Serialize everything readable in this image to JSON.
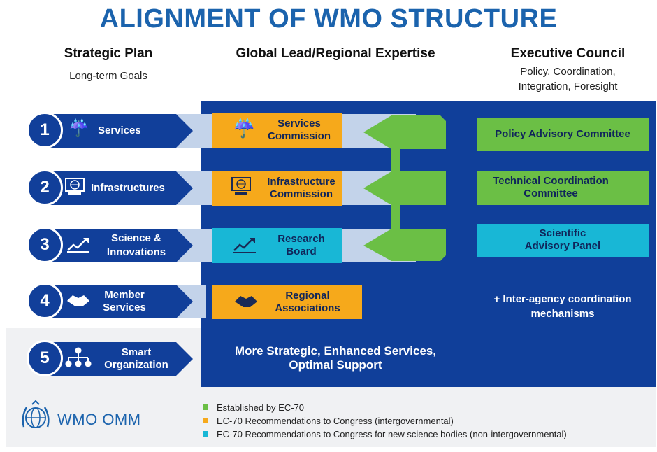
{
  "title": "ALIGNMENT OF WMO STRUCTURE",
  "columns": {
    "strategic_plan": {
      "heading": "Strategic Plan",
      "sub": "Long-term Goals"
    },
    "global_lead": {
      "heading": "Global Lead/Regional Expertise"
    },
    "executive_council": {
      "heading": "Executive Council",
      "sub_line1": "Policy, Coordination,",
      "sub_line2": "Integration, Foresight"
    }
  },
  "goals": [
    {
      "number": "1",
      "label": "Services",
      "icon": "cloud-weather-icon"
    },
    {
      "number": "2",
      "label": "Infrastructures",
      "icon": "computer-globe-icon"
    },
    {
      "number": "3",
      "label_line1": "Science &",
      "label_line2": "Innovations",
      "icon": "trend-chart-icon"
    },
    {
      "number": "4",
      "label_line1": "Member",
      "label_line2": "Services",
      "icon": "handshake-icon"
    },
    {
      "number": "5",
      "label_line1": "Smart",
      "label_line2": "Organization",
      "icon": "org-chart-icon"
    }
  ],
  "bodies": [
    {
      "line1": "Services",
      "line2": "Commission",
      "color": "#f6a91b"
    },
    {
      "line1": "Infrastructure",
      "line2": "Commission",
      "color": "#f6a91b"
    },
    {
      "line1": "Research",
      "line2": "Board",
      "color": "#18b7d6"
    },
    {
      "line1": "Regional",
      "line2": "Associations",
      "color": "#f6a91b"
    }
  ],
  "council_bodies": [
    {
      "line1": "Policy Advisory Committee",
      "color": "#6bbf45"
    },
    {
      "line1": "Technical Coordination",
      "line2": "Committee",
      "color": "#6bbf45"
    },
    {
      "line1": "Scientific",
      "line2": "Advisory Panel",
      "color": "#18b7d6"
    }
  ],
  "inter_agency": {
    "line1": "+ Inter-agency coordination",
    "line2": "mechanisms"
  },
  "bottom_statement": {
    "line1": "More Strategic, Enhanced Services,",
    "line2": "Optimal Support"
  },
  "logo": {
    "text": "WMO OMM"
  },
  "legend": [
    {
      "label": "Established by EC-70",
      "color": "#6bbf45"
    },
    {
      "label": "EC-70 Recommendations to Congress (intergovernmental)",
      "color": "#f6a91b"
    },
    {
      "label": "EC-70 Recommendations to Congress for new science bodies (non-intergovernmental)",
      "color": "#18b7d6"
    }
  ]
}
